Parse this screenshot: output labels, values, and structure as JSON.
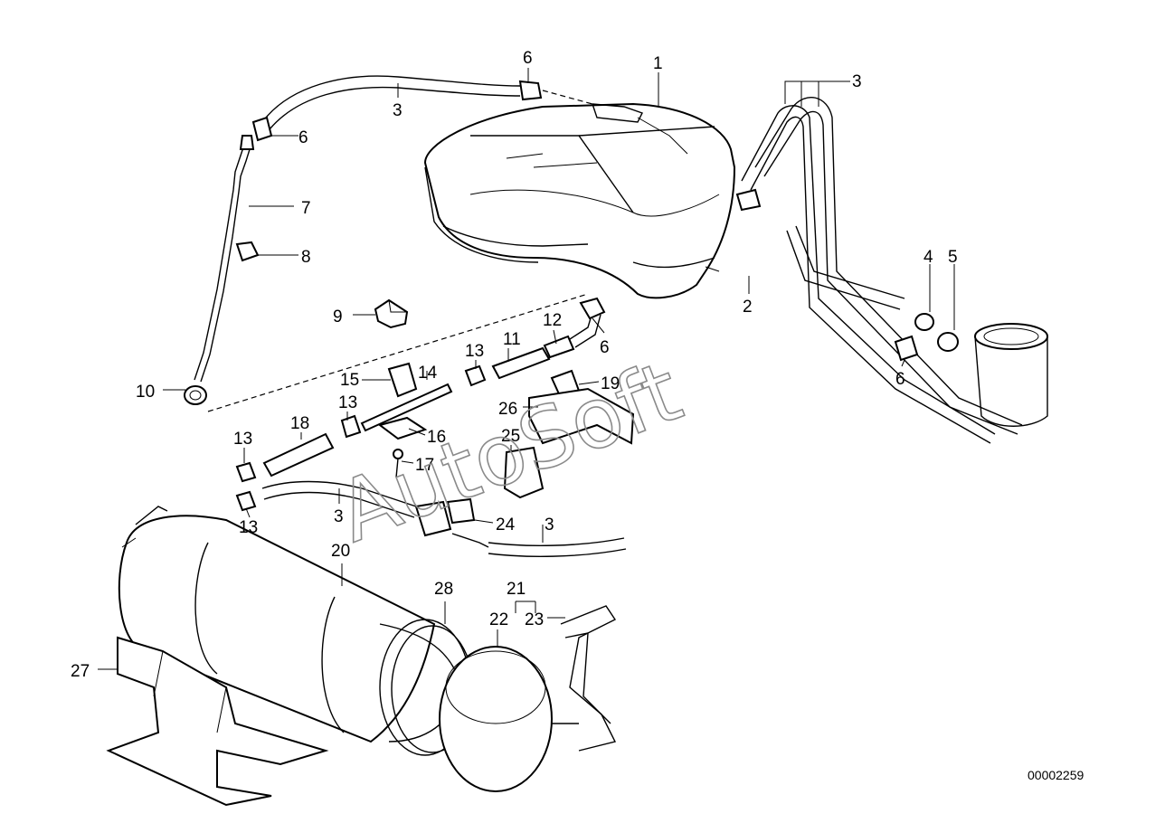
{
  "diagram": {
    "callouts": [
      {
        "id": "c1",
        "text": "1"
      },
      {
        "id": "c2",
        "text": "2"
      },
      {
        "id": "c3a",
        "text": "3"
      },
      {
        "id": "c3b",
        "text": "3"
      },
      {
        "id": "c3c",
        "text": "3"
      },
      {
        "id": "c3d",
        "text": "3"
      },
      {
        "id": "c4",
        "text": "4"
      },
      {
        "id": "c5",
        "text": "5"
      },
      {
        "id": "c6a",
        "text": "6"
      },
      {
        "id": "c6b",
        "text": "6"
      },
      {
        "id": "c6c",
        "text": "6"
      },
      {
        "id": "c6d",
        "text": "6"
      },
      {
        "id": "c7",
        "text": "7"
      },
      {
        "id": "c8",
        "text": "8"
      },
      {
        "id": "c9",
        "text": "9"
      },
      {
        "id": "c10",
        "text": "10"
      },
      {
        "id": "c11",
        "text": "11"
      },
      {
        "id": "c12",
        "text": "12"
      },
      {
        "id": "c13a",
        "text": "13"
      },
      {
        "id": "c13b",
        "text": "13"
      },
      {
        "id": "c13c",
        "text": "13"
      },
      {
        "id": "c13d",
        "text": "13"
      },
      {
        "id": "c14",
        "text": "14"
      },
      {
        "id": "c15",
        "text": "15"
      },
      {
        "id": "c16",
        "text": "16"
      },
      {
        "id": "c17",
        "text": "17"
      },
      {
        "id": "c18",
        "text": "18"
      },
      {
        "id": "c19",
        "text": "19"
      },
      {
        "id": "c20",
        "text": "20"
      },
      {
        "id": "c21",
        "text": "21"
      },
      {
        "id": "c22",
        "text": "22"
      },
      {
        "id": "c23",
        "text": "23"
      },
      {
        "id": "c24",
        "text": "24"
      },
      {
        "id": "c25",
        "text": "25"
      },
      {
        "id": "c26",
        "text": "26"
      },
      {
        "id": "c27",
        "text": "27"
      },
      {
        "id": "c28",
        "text": "28"
      }
    ],
    "watermark": "AutoSoft",
    "document_number": "00002259"
  }
}
